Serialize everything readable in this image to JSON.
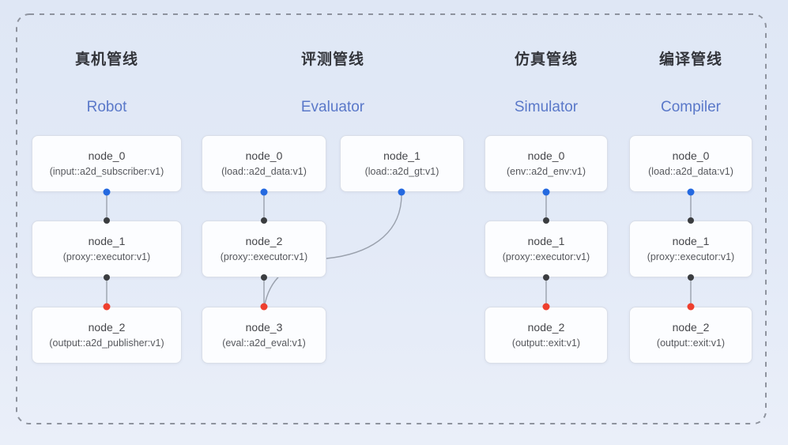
{
  "diagram": {
    "kind": "pipeline-node-graph",
    "colors": {
      "background": "#e2e9f7",
      "frame_dash": "#8e939e",
      "node_fill": "#fcfdff",
      "node_border": "#d9dee8",
      "edge": "#9aa1ad",
      "title_cn": "#33353b",
      "title_en": "#5a78c9",
      "port_blue": "#2469e0",
      "port_black": "#3b3d40",
      "port_red": "#ee3f2e"
    }
  },
  "pipelines": [
    {
      "title_cn": "真机管线",
      "title_en": "Robot",
      "nodes": [
        {
          "name": "node_0",
          "type": "(input::a2d_subscriber:v1)"
        },
        {
          "name": "node_1",
          "type": "(proxy::executor:v1)"
        },
        {
          "name": "node_2",
          "type": "(output::a2d_publisher:v1)"
        }
      ]
    },
    {
      "title_cn": "评测管线",
      "title_en": "Evaluator",
      "nodes": [
        {
          "name": "node_0",
          "type": "(load::a2d_data:v1)"
        },
        {
          "name": "node_1",
          "type": "(load::a2d_gt:v1)"
        },
        {
          "name": "node_2",
          "type": "(proxy::executor:v1)"
        },
        {
          "name": "node_3",
          "type": "(eval::a2d_eval:v1)"
        }
      ]
    },
    {
      "title_cn": "仿真管线",
      "title_en": "Simulator",
      "nodes": [
        {
          "name": "node_0",
          "type": "(env::a2d_env:v1)"
        },
        {
          "name": "node_1",
          "type": "(proxy::executor:v1)"
        },
        {
          "name": "node_2",
          "type": "(output::exit:v1)"
        }
      ]
    },
    {
      "title_cn": "编译管线",
      "title_en": "Compiler",
      "nodes": [
        {
          "name": "node_0",
          "type": "(load::a2d_data:v1)"
        },
        {
          "name": "node_1",
          "type": "(proxy::executor:v1)"
        },
        {
          "name": "node_2",
          "type": "(output::exit:v1)"
        }
      ]
    }
  ]
}
